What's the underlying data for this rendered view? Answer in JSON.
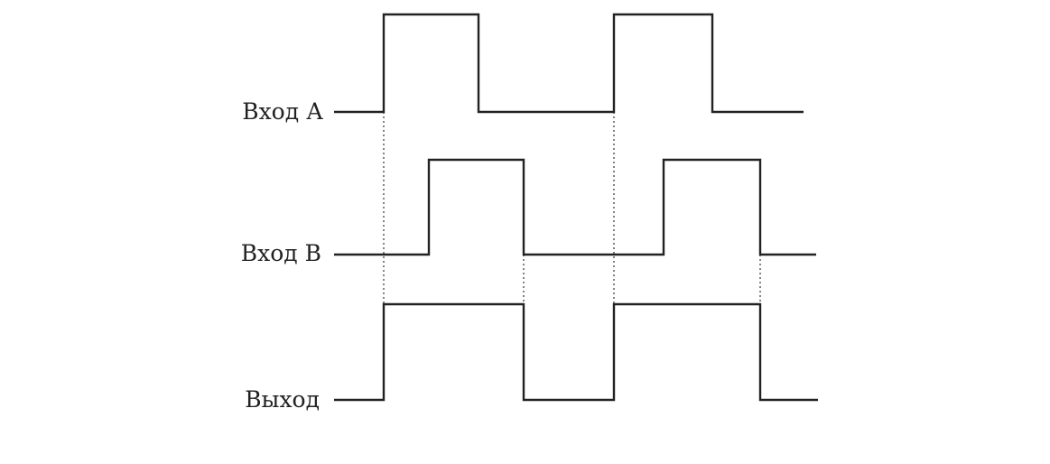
{
  "diagram": {
    "type": "timing-diagram",
    "colors": {
      "line": "#222222",
      "guide": "#333333",
      "background": "#ffffff"
    },
    "signals": [
      {
        "id": "input-a",
        "label": "Вход А",
        "initial": 0,
        "transitions": [
          {
            "t": 1,
            "to": 1
          },
          {
            "t": 2,
            "to": 0
          },
          {
            "t": 5,
            "to": 1
          },
          {
            "t": 6,
            "to": 0
          }
        ]
      },
      {
        "id": "input-b",
        "label": "Вход В",
        "initial": 0,
        "transitions": [
          {
            "t": 1.5,
            "to": 1
          },
          {
            "t": 3,
            "to": 0
          },
          {
            "t": 5.5,
            "to": 1
          },
          {
            "t": 7,
            "to": 0
          }
        ]
      },
      {
        "id": "output",
        "label": "Выход",
        "initial": 0,
        "transitions": [
          {
            "t": 1,
            "to": 1
          },
          {
            "t": 3,
            "to": 0
          },
          {
            "t": 5,
            "to": 1
          },
          {
            "t": 7,
            "to": 0
          }
        ]
      }
    ],
    "guides": [
      {
        "t": 1,
        "from": "input-a",
        "to": "output"
      },
      {
        "t": 3,
        "from": "input-b",
        "to": "output"
      },
      {
        "t": 5,
        "from": "input-a",
        "to": "output"
      },
      {
        "t": 7,
        "from": "input-b",
        "to": "output"
      }
    ]
  }
}
